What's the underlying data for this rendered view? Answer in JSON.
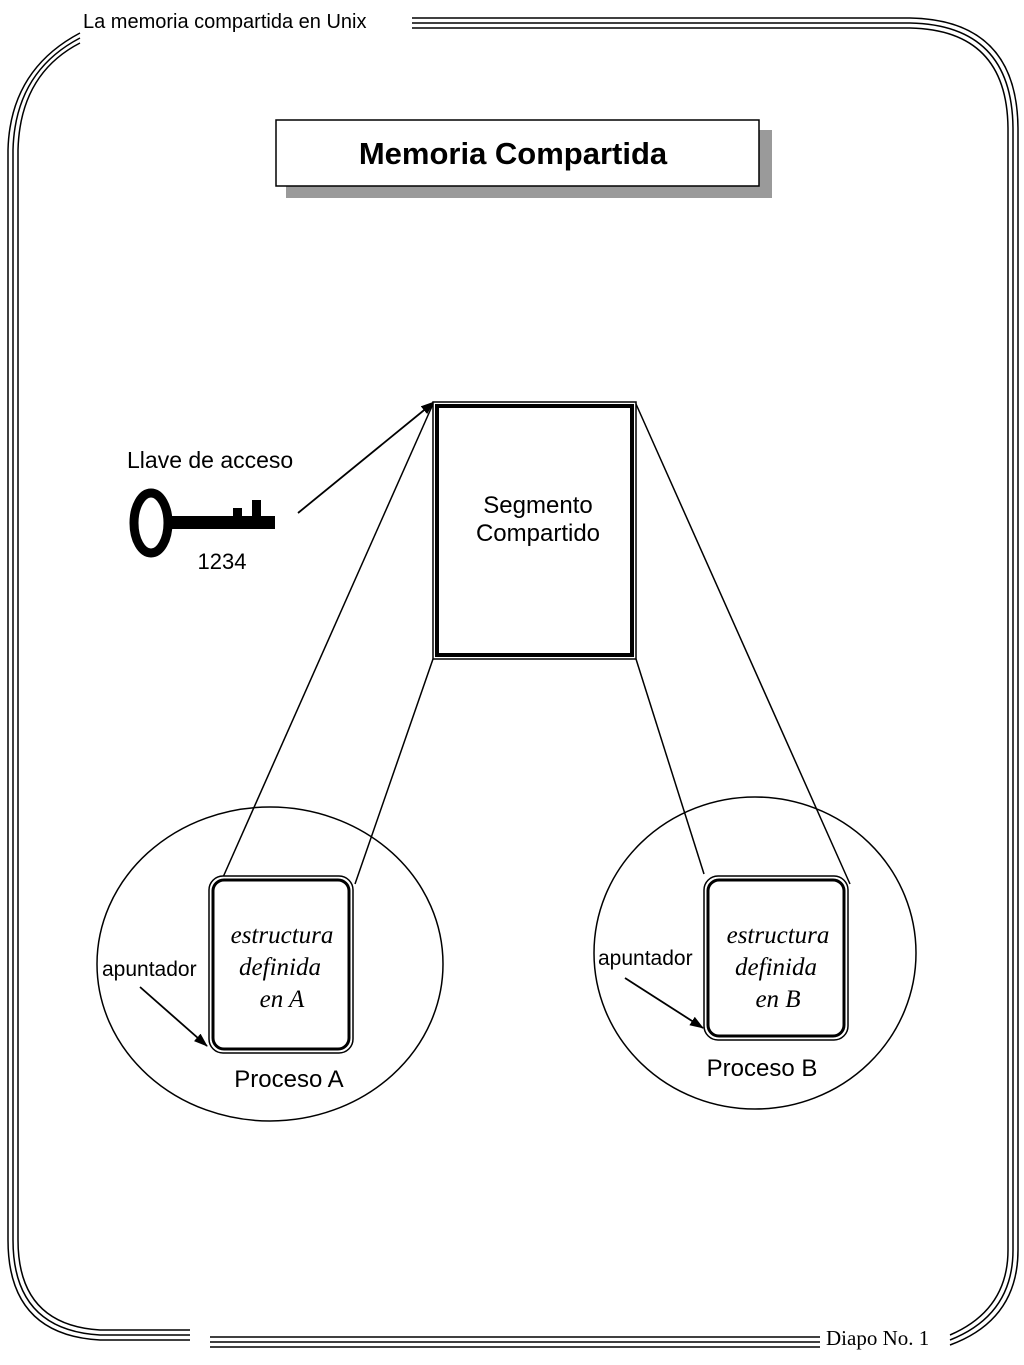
{
  "header": {
    "running_title": "La memoria compartida en Unix",
    "slide_label": "Diapo No. 1"
  },
  "title": "Memoria Compartida",
  "key": {
    "label": "Llave de acceso",
    "value": "1234"
  },
  "segment": {
    "line1": "Segmento",
    "line2": "Compartido"
  },
  "process_a": {
    "name": "Proceso A",
    "pointer_label": "apuntador",
    "struct_line1": "estructura",
    "struct_line2": "definida",
    "struct_line3": "en A"
  },
  "process_b": {
    "name": "Proceso B",
    "pointer_label": "apuntador",
    "struct_line1": "estructura",
    "struct_line2": "definida",
    "struct_line3": "en B"
  }
}
